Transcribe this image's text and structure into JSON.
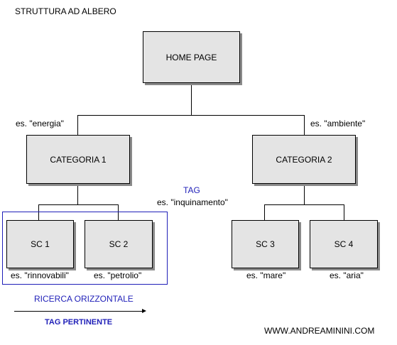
{
  "title": "STRUTTURA AD ALBERO",
  "nodes": {
    "home": "HOME PAGE",
    "cat1": "CATEGORIA 1",
    "cat2": "CATEGORIA 2",
    "sc1": "SC 1",
    "sc2": "SC 2",
    "sc3": "SC 3",
    "sc4": "SC 4"
  },
  "examples": {
    "cat1": "es. \"energia\"",
    "cat2": "es. \"ambiente\"",
    "sc1": "es. \"rinnovabili\"",
    "sc2": "es. \"petrolio\"",
    "sc3": "es. \"mare\"",
    "sc4": "es. \"aria\""
  },
  "tag": {
    "label": "TAG",
    "example": "es. \"inquinamento\""
  },
  "horizontal_search": "RICERCA ORIZZONTALE",
  "tag_pertinente": "TAG PERTINENTE",
  "website": "WWW.ANDREAMININI.COM",
  "colors": {
    "accent": "#1f1fb8",
    "box_fill": "#e4e4e4"
  }
}
